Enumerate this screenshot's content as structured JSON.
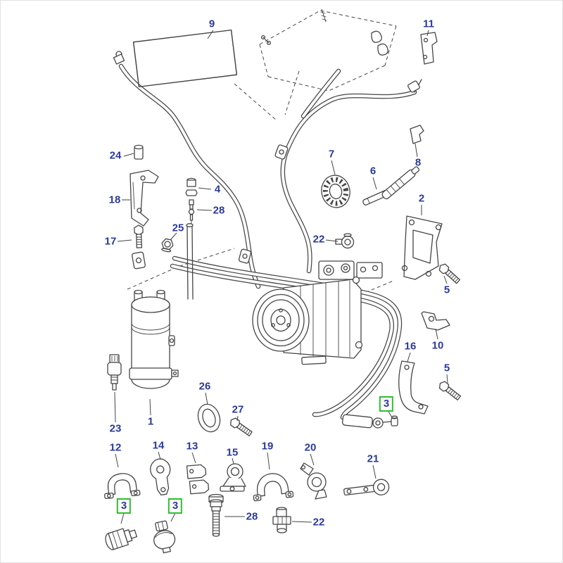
{
  "colors": {
    "callout": "#2b3a9a",
    "highlight": "#2fbe2f",
    "line": "#454545",
    "background": "#ffffff"
  },
  "callouts": [
    {
      "label": "9",
      "highlighted": false
    },
    {
      "label": "11",
      "highlighted": false
    },
    {
      "label": "24",
      "highlighted": false
    },
    {
      "label": "18",
      "highlighted": false
    },
    {
      "label": "4",
      "highlighted": false
    },
    {
      "label": "28",
      "highlighted": false
    },
    {
      "label": "7",
      "highlighted": false
    },
    {
      "label": "6",
      "highlighted": false
    },
    {
      "label": "8",
      "highlighted": false
    },
    {
      "label": "2",
      "highlighted": false
    },
    {
      "label": "17",
      "highlighted": false
    },
    {
      "label": "25",
      "highlighted": false
    },
    {
      "label": "22",
      "highlighted": false
    },
    {
      "label": "5",
      "highlighted": false
    },
    {
      "label": "10",
      "highlighted": false
    },
    {
      "label": "16",
      "highlighted": false
    },
    {
      "label": "5",
      "highlighted": false
    },
    {
      "label": "3",
      "highlighted": true
    },
    {
      "label": "26",
      "highlighted": false
    },
    {
      "label": "27",
      "highlighted": false
    },
    {
      "label": "23",
      "highlighted": false
    },
    {
      "label": "1",
      "highlighted": false
    },
    {
      "label": "12",
      "highlighted": false
    },
    {
      "label": "14",
      "highlighted": false
    },
    {
      "label": "13",
      "highlighted": false
    },
    {
      "label": "15",
      "highlighted": false
    },
    {
      "label": "19",
      "highlighted": false
    },
    {
      "label": "20",
      "highlighted": false
    },
    {
      "label": "21",
      "highlighted": false
    },
    {
      "label": "3",
      "highlighted": true
    },
    {
      "label": "3",
      "highlighted": true
    },
    {
      "label": "28",
      "highlighted": false
    },
    {
      "label": "22",
      "highlighted": false
    }
  ]
}
